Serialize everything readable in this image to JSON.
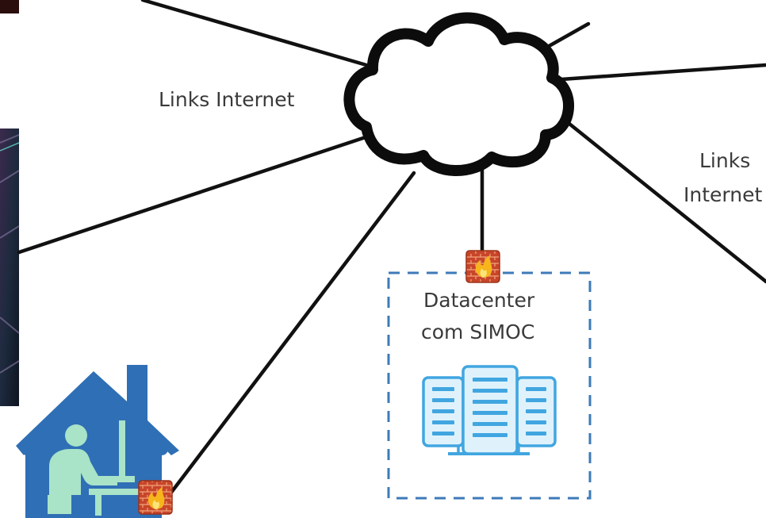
{
  "labels": {
    "links_left": "Links Internet",
    "links_right_line1": "Links",
    "links_right_line2": "Internet"
  },
  "datacenter": {
    "line1": "Datacenter",
    "line2": "com SIMOC"
  },
  "colors": {
    "line": "#111111",
    "blue": "#2f6fb5",
    "server_blue": "#41a6e0",
    "light_blue": "#dff2fc",
    "firewall_orange": "#d9522a",
    "person_mint": "#a9e3c8",
    "dashed_border": "#3d7ab8"
  },
  "icons": [
    "internet-cloud-icon",
    "firewall-icon",
    "server-rack-icon",
    "home-office-icon",
    "remote-worker-icon"
  ]
}
